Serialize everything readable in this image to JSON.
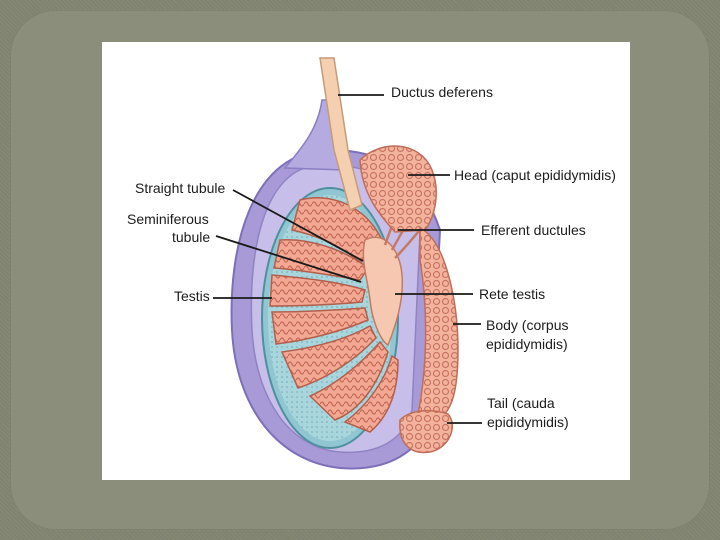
{
  "labels": {
    "ductus_deferens": "Ductus deferens",
    "head": "Head (caput epididymidis)",
    "straight_tubule": "Straight tubule",
    "seminiferous_line1": "Seminiferous",
    "seminiferous_line2": "tubule",
    "efferent": "Efferent ductules",
    "testis": "Testis",
    "rete": "Rete testis",
    "body_line1": "Body (corpus",
    "body_line2": "epididymidis)",
    "tail_line1": "Tail (cauda",
    "tail_line2": "epididymidis)"
  },
  "colors": {
    "slide_bg": "#7f8370",
    "tunica": "#9a8fd0",
    "tubule": "#f0a08a",
    "tubule_line": "#c96a58",
    "interstitial": "#9fcfd8",
    "duct": "#f2c9a6"
  }
}
